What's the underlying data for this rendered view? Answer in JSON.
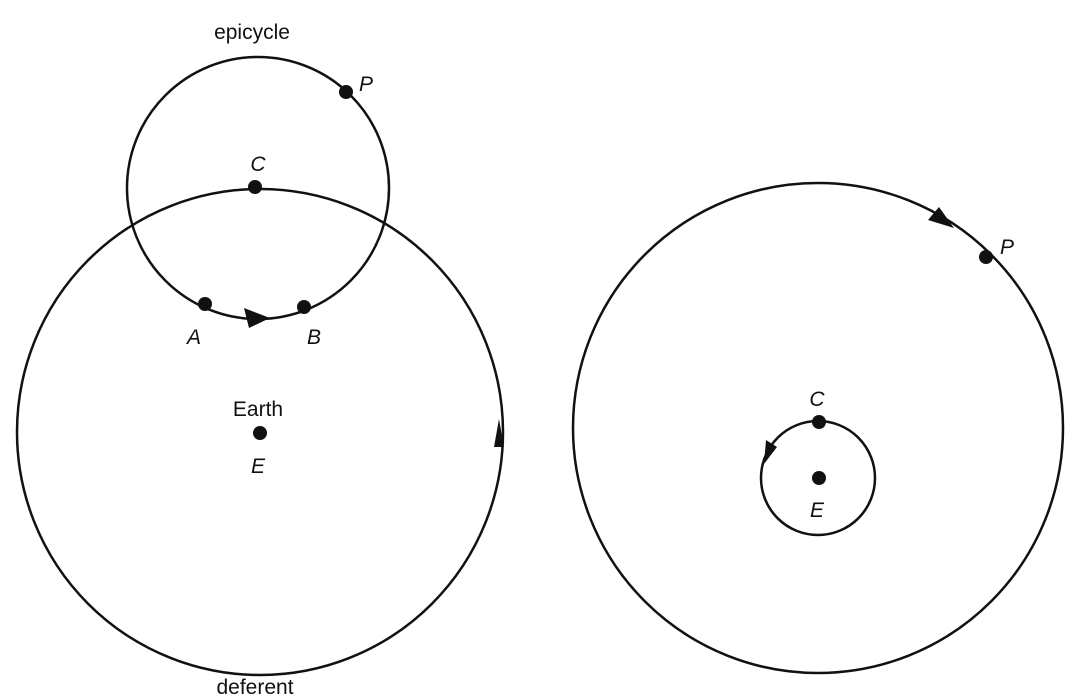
{
  "colors": {
    "stroke": "#111111",
    "text": "#111111"
  },
  "left_figure": {
    "epicycle_label": "epicycle",
    "deferent_label": "deferent",
    "earth_label": "Earth",
    "points": {
      "P": "P",
      "C": "C",
      "A": "A",
      "B": "B",
      "E": "E"
    }
  },
  "right_figure": {
    "points": {
      "P": "P",
      "C": "C",
      "E": "E"
    }
  }
}
